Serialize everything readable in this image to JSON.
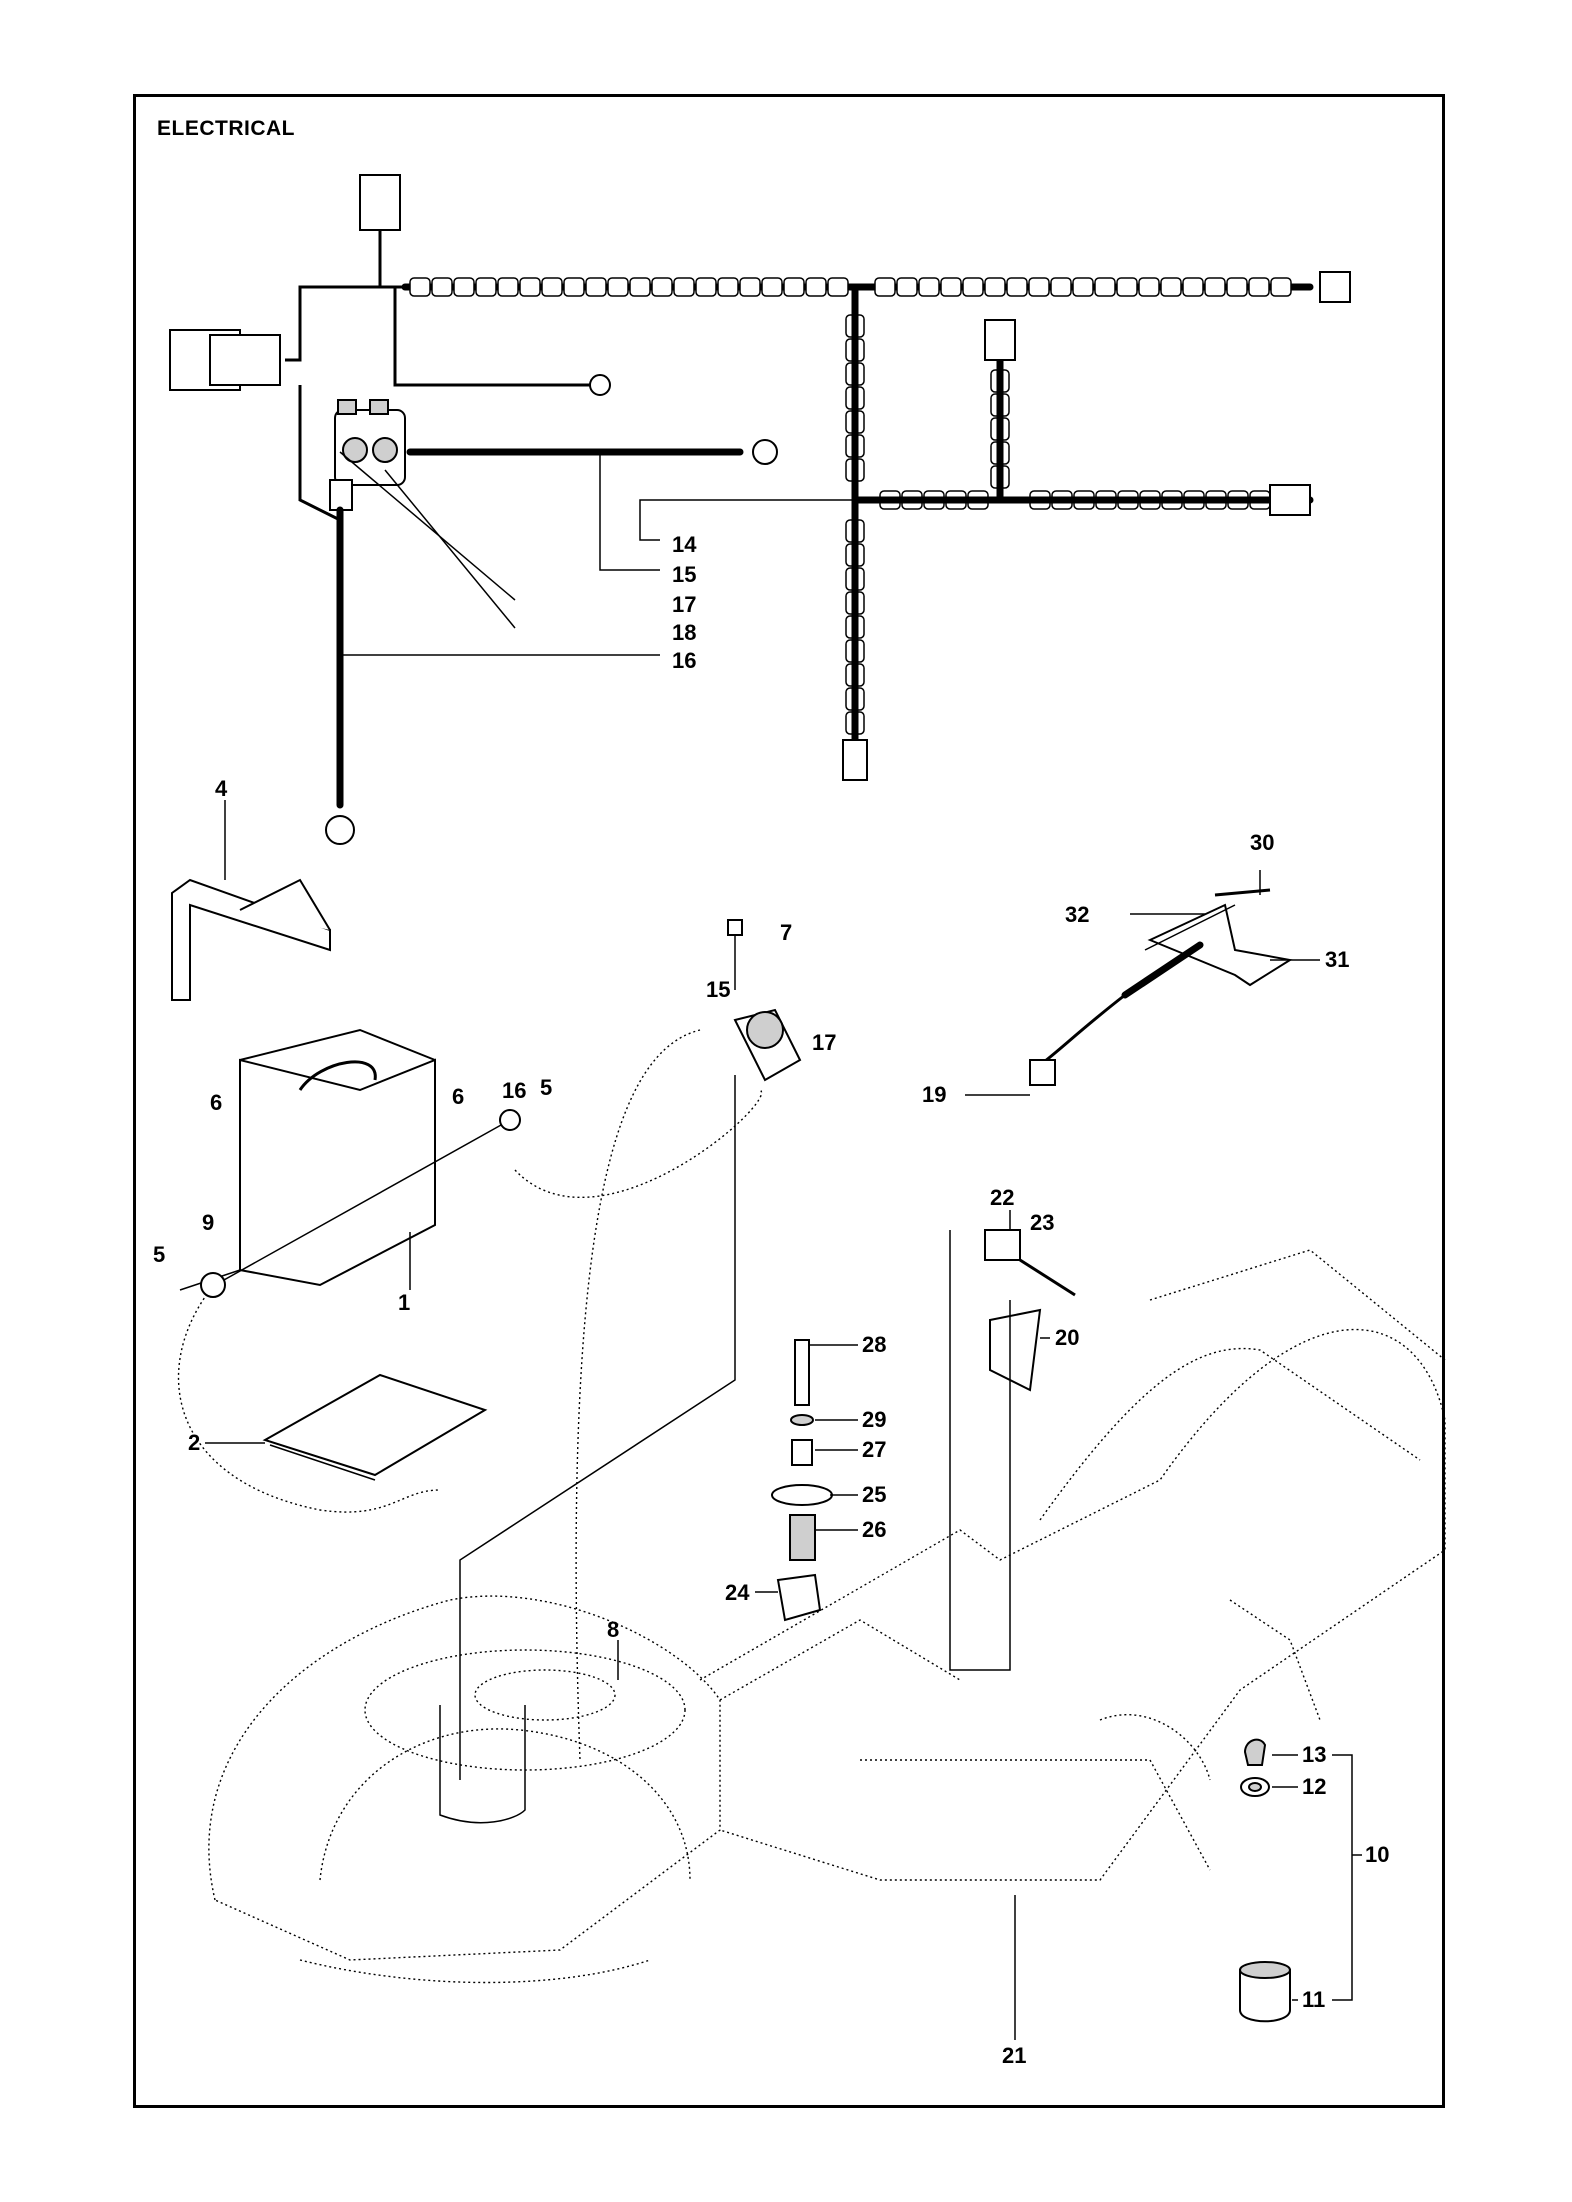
{
  "title": "ELECTRICAL",
  "callouts": {
    "c1": "1",
    "c2": "2",
    "c4": "4",
    "c5a": "5",
    "c5b": "5",
    "c6a": "6",
    "c6b": "6",
    "c7": "7",
    "c8": "8",
    "c9": "9",
    "c10": "10",
    "c11": "11",
    "c12": "12",
    "c13": "13",
    "c14": "14",
    "c15a": "15",
    "c15b": "15",
    "c16a": "16",
    "c16b": "16",
    "c17a": "17",
    "c17b": "17",
    "c18": "18",
    "c19": "19",
    "c20": "20",
    "c21": "21",
    "c22": "22",
    "c23": "23",
    "c24": "24",
    "c25": "25",
    "c26": "26",
    "c27": "27",
    "c28": "28",
    "c29": "29",
    "c30": "30",
    "c31": "31",
    "c32": "32"
  }
}
